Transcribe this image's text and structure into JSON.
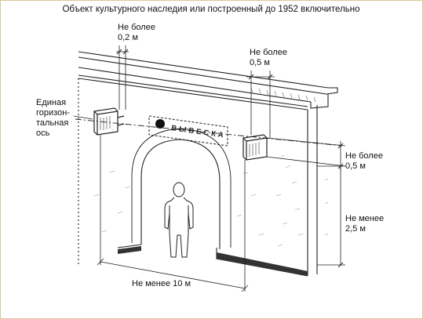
{
  "title": "Объект культурного наследия или построенный до 1952 включительно",
  "sign_text": "ВЫВЕСКА",
  "labels": {
    "top_left": [
      "Не более",
      "0,2 м"
    ],
    "top_right": [
      "Не более",
      "0,5 м"
    ],
    "axis": [
      "Единая",
      "горизон-",
      "тальная",
      "ось"
    ],
    "right_upper": [
      "Не более",
      "0,5 м"
    ],
    "right_lower": [
      "Не менее",
      "2,5 м"
    ],
    "bottom": "Не менее 10 м"
  },
  "colors": {
    "frame": "#d8c89a",
    "line": "#222222",
    "hatch": "#555555"
  }
}
